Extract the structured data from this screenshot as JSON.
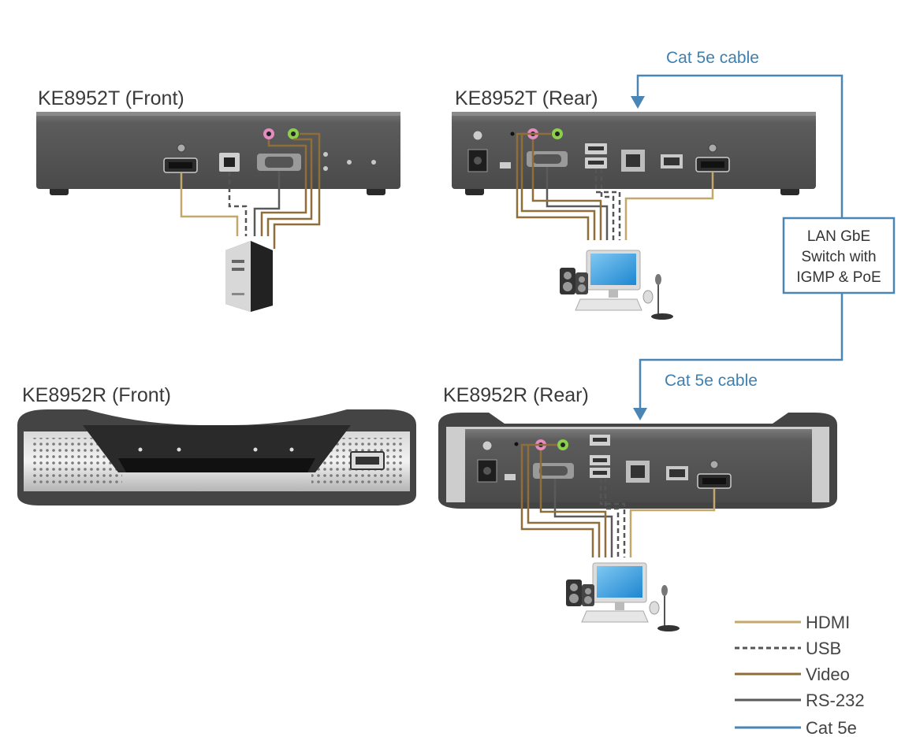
{
  "titles": {
    "tx_front": "KE8952T (Front)",
    "tx_rear": "KE8952T (Rear)",
    "rx_front": "KE8952R (Front)",
    "rx_rear": "KE8952R (Rear)"
  },
  "cables": {
    "top": "Cat 5e cable",
    "bottom": "Cat 5e cable"
  },
  "switch": {
    "line1": "LAN GbE",
    "line2": "Switch with",
    "line3": "IGMP & PoE"
  },
  "legend": [
    {
      "label": "HDMI",
      "color": "#c2a86a",
      "style": "solid"
    },
    {
      "label": "USB",
      "color": "#555555",
      "style": "dashed"
    },
    {
      "label": "Video",
      "color": "#8f6e3a",
      "style": "solid"
    },
    {
      "label": "RS-232",
      "color": "#5a5a5a",
      "style": "solid"
    },
    {
      "label": "Cat 5e",
      "color": "#4a86b5",
      "style": "solid"
    }
  ],
  "colors": {
    "hdmi": "#c2a86a",
    "usb": "#555555",
    "video": "#8f6e3a",
    "rs232": "#5a5a5a",
    "cat5e": "#4a86b5",
    "device_body": "#5e5e5e"
  }
}
